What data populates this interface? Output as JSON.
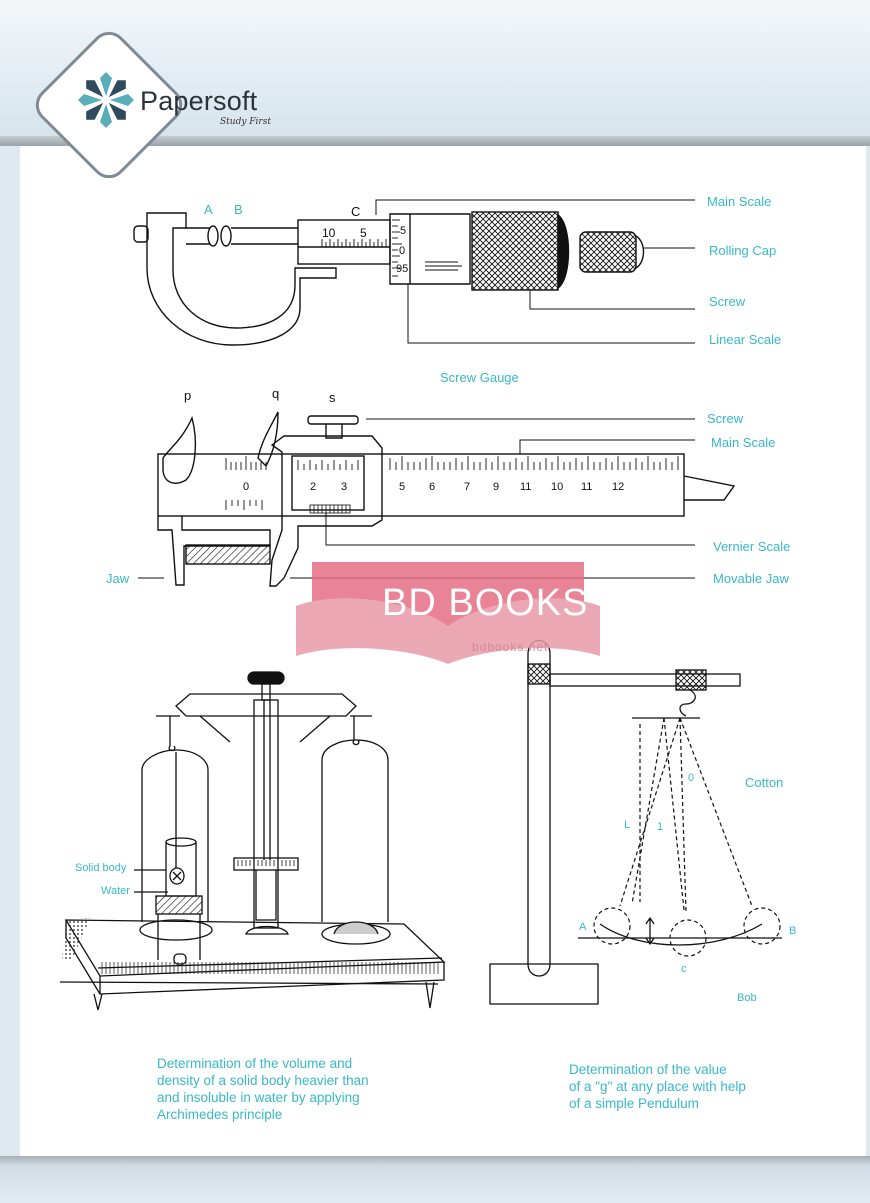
{
  "header": {
    "brand": "Papersoft",
    "tagline": "Study First"
  },
  "watermark": {
    "text": "BD BOOKS",
    "url": "bdbooks.net"
  },
  "screw_gauge": {
    "title": "Screw Gauge",
    "point_a": "A",
    "point_b": "B",
    "point_c": "C",
    "main_scale": "Main Scale",
    "rolling_cap": "Rolling Cap",
    "screw": "Screw",
    "linear_scale": "Linear Scale",
    "scale_10": "10",
    "scale_5": "5",
    "thimble_5": "5",
    "thimble_0": "0",
    "thimble_95": "95"
  },
  "vernier": {
    "p": "p",
    "q": "q",
    "s": "s",
    "screw": "Screw",
    "main_scale": "Main Scale",
    "vernier_scale": "Vernier Scale",
    "jaw": "Jaw",
    "movable_jaw": "Movable Jaw",
    "vernier_2": "2",
    "vernier_3": "3",
    "main_scale_numbers": [
      "0",
      "5",
      "6",
      "7",
      "9",
      "11",
      "10",
      "11",
      "12"
    ]
  },
  "balance": {
    "solid_body": "Solid body",
    "water": "Water",
    "caption": [
      "Determination of the volume and",
      "density of a solid body heavier than",
      "and insoluble in water by applying",
      "Archimedes principle"
    ]
  },
  "pendulum": {
    "cotton": "Cotton",
    "l": "L",
    "one": "1",
    "zero": "0",
    "a": "A",
    "b": "B",
    "c": "c",
    "bob": "Bob",
    "caption": [
      "Determination of the value",
      "of a \"g\" at any place with help",
      "of a simple Pendulum"
    ]
  },
  "colors": {
    "label": "#38b8c8",
    "watermark": "#e56f84",
    "band": "#dfe9f0"
  }
}
